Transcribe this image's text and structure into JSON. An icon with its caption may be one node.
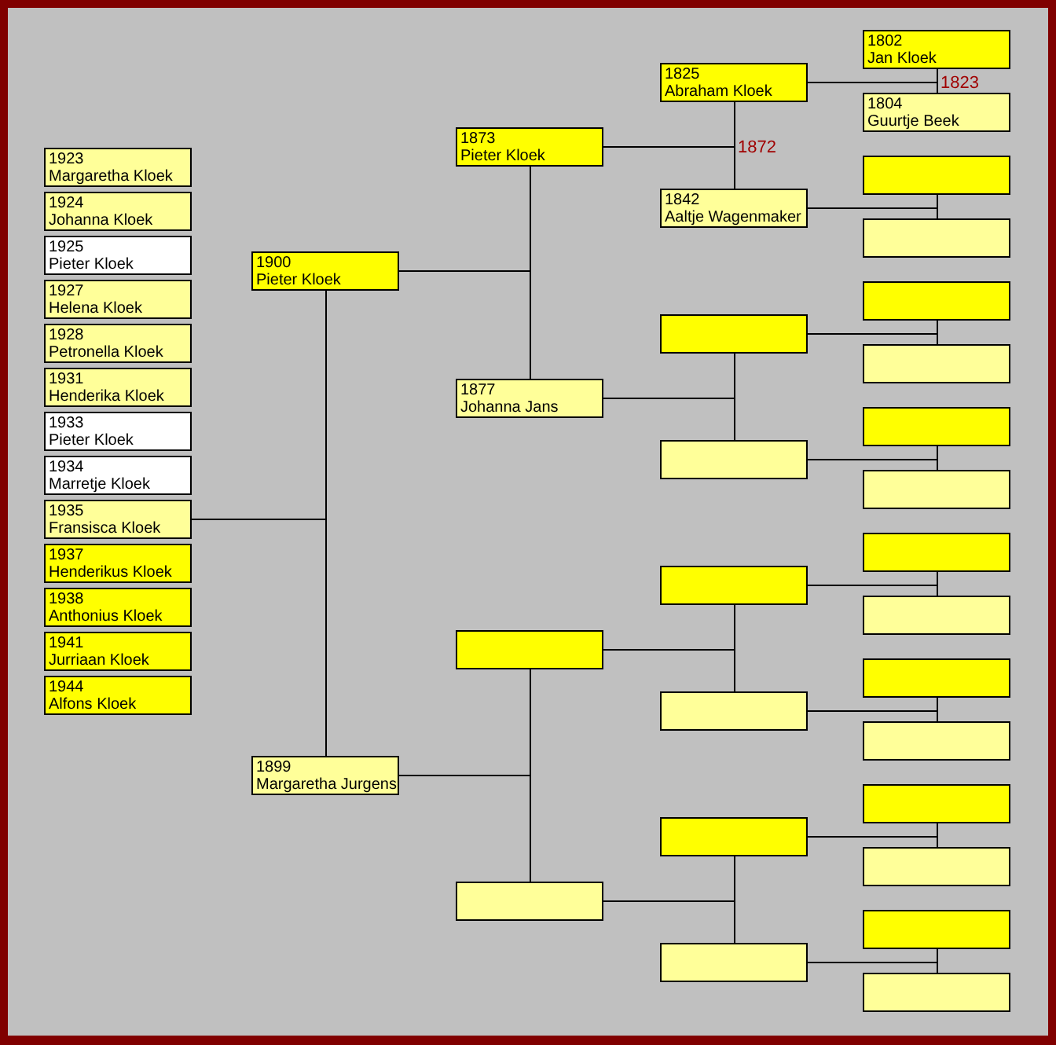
{
  "diagram": {
    "nodes": [
      {
        "text": [
          "1923",
          "Margaretha Kloek"
        ]
      },
      {
        "text": [
          "1924",
          "Johanna Kloek"
        ]
      },
      {
        "text": [
          "1925",
          "Pieter Kloek"
        ]
      },
      {
        "text": [
          "1927",
          "Helena Kloek"
        ]
      },
      {
        "text": [
          "1928",
          "Petronella Kloek"
        ]
      },
      {
        "text": [
          "1931",
          "Henderika Kloek"
        ]
      },
      {
        "text": [
          "1933",
          "Pieter Kloek"
        ]
      },
      {
        "text": [
          "1934",
          "Marretje Kloek"
        ]
      },
      {
        "text": [
          "1935",
          "Fransisca Kloek"
        ]
      },
      {
        "text": [
          "1937",
          "Henderikus Kloek"
        ]
      },
      {
        "text": [
          "1938",
          "Anthonius Kloek"
        ]
      },
      {
        "text": [
          "1941",
          "Jurriaan Kloek"
        ]
      },
      {
        "text": [
          "1944",
          "Alfons Kloek"
        ]
      },
      {
        "text": [
          "1900",
          "Pieter Kloek"
        ]
      },
      {
        "text": [
          "1899",
          "Margaretha Jurgens"
        ]
      },
      {
        "text": [
          "1873",
          "Pieter Kloek"
        ]
      },
      {
        "text": [
          "1877",
          "Johanna Jans"
        ]
      },
      {
        "text": [],
        "shape": "box"
      },
      {
        "text": [],
        "shape": "box"
      },
      {
        "text": [
          "1825",
          "Abraham Kloek"
        ]
      },
      {
        "text": [
          "1842",
          "Aaltje Wagenmaker"
        ]
      },
      {
        "text": [],
        "shape": "box"
      },
      {
        "text": [],
        "shape": "box"
      },
      {
        "text": [],
        "shape": "box"
      },
      {
        "text": [],
        "shape": "box"
      },
      {
        "text": [],
        "shape": "box"
      },
      {
        "text": [],
        "shape": "box"
      },
      {
        "text": [
          "1802",
          "Jan Kloek"
        ]
      },
      {
        "text": [
          "1804",
          "Guurtje Beek"
        ]
      },
      {
        "text": [],
        "shape": "box"
      },
      {
        "text": [],
        "shape": "box"
      },
      {
        "text": [],
        "shape": "box"
      },
      {
        "text": [],
        "shape": "box"
      },
      {
        "text": [],
        "shape": "box"
      },
      {
        "text": [],
        "shape": "box"
      },
      {
        "text": [],
        "shape": "box"
      },
      {
        "text": [],
        "shape": "box"
      },
      {
        "text": [],
        "shape": "box"
      },
      {
        "text": [],
        "shape": "box"
      },
      {
        "text": [],
        "shape": "box"
      },
      {
        "text": [],
        "shape": "box"
      },
      {
        "text": [],
        "shape": "box"
      },
      {
        "text": [],
        "shape": "box"
      }
    ],
    "edges": [
      {
        "from": 8,
        "to": 13,
        "arrow": "none"
      },
      {
        "from": 8,
        "to": 14,
        "arrow": "none"
      },
      {
        "from": 13,
        "to": 15,
        "arrow": "none"
      },
      {
        "from": 13,
        "to": 16,
        "arrow": "none"
      },
      {
        "from": 14,
        "to": 17,
        "arrow": "none"
      },
      {
        "from": 14,
        "to": 18,
        "arrow": "none"
      },
      {
        "from": 15,
        "to": 19,
        "arrow": "none",
        "label": "1872"
      },
      {
        "from": 15,
        "to": 20,
        "arrow": "none"
      },
      {
        "from": 16,
        "to": 21,
        "arrow": "none"
      },
      {
        "from": 16,
        "to": 22,
        "arrow": "none"
      },
      {
        "from": 17,
        "to": 23,
        "arrow": "none"
      },
      {
        "from": 17,
        "to": 24,
        "arrow": "none"
      },
      {
        "from": 18,
        "to": 25,
        "arrow": "none"
      },
      {
        "from": 18,
        "to": 26,
        "arrow": "none"
      },
      {
        "from": 19,
        "to": 27,
        "arrow": "none",
        "label": "1823"
      },
      {
        "from": 19,
        "to": 28,
        "arrow": "none"
      },
      {
        "from": 20,
        "to": 29,
        "arrow": "none"
      },
      {
        "from": 20,
        "to": 30,
        "arrow": "none"
      },
      {
        "from": 21,
        "to": 31,
        "arrow": "none"
      },
      {
        "from": 21,
        "to": 32,
        "arrow": "none"
      },
      {
        "from": 22,
        "to": 33,
        "arrow": "none"
      },
      {
        "from": 22,
        "to": 34,
        "arrow": "none"
      },
      {
        "from": 23,
        "to": 35,
        "arrow": "none"
      },
      {
        "from": 23,
        "to": 36,
        "arrow": "none"
      },
      {
        "from": 24,
        "to": 37,
        "arrow": "none"
      },
      {
        "from": 24,
        "to": 38,
        "arrow": "none"
      },
      {
        "from": 25,
        "to": 39,
        "arrow": "none"
      },
      {
        "from": 25,
        "to": 40,
        "arrow": "none"
      },
      {
        "from": 26,
        "to": 41,
        "arrow": "none"
      },
      {
        "from": 26,
        "to": 42,
        "arrow": "none"
      }
    ]
  }
}
